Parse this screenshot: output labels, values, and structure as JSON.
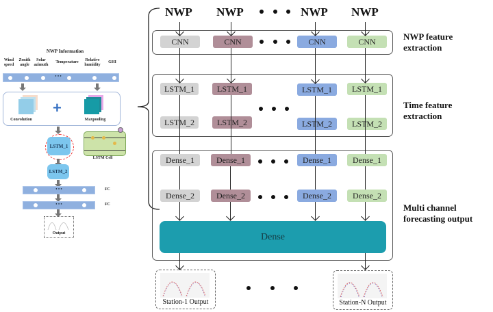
{
  "left_panel": {
    "nwp_title": "NWP Information",
    "inputs": [
      "Wind speed",
      "Zenith angle",
      "Solar azimuth",
      "Temperature",
      "Relative humidity",
      "GHI"
    ],
    "ellipsis": "• • •",
    "convolution_label": "Convolution",
    "maxpooling_label": "Maxpooling",
    "plus": "+",
    "lstm1_label": "LSTM_1",
    "lstm2_label": "LSTM_2",
    "lstm_cell_label": "LSTM Cell",
    "fc_labels": [
      "FC",
      "FC"
    ],
    "output_label": "Output"
  },
  "channels": [
    {
      "input": "NWP",
      "cnn": "CNN",
      "lstm1": "LSTM_1",
      "lstm2": "LSTM_2",
      "dense1": "Dense_1",
      "dense2": "Dense_2",
      "color": "#d3d3d3"
    },
    {
      "input": "NWP",
      "cnn": "CNN",
      "lstm1": "LSTM_1",
      "lstm2": "LSTM_2",
      "dense1": "Dense_1",
      "dense2": "Dense_2",
      "color": "#b08e98"
    },
    {
      "input": "NWP",
      "cnn": "CNN",
      "lstm1": "LSTM_1",
      "lstm2": "LSTM_2",
      "dense1": "Dense_1",
      "dense2": "Dense_2",
      "color": "#8aaae0"
    },
    {
      "input": "NWP",
      "cnn": "CNN",
      "lstm1": "LSTM_1",
      "lstm2": "LSTM_2",
      "dense1": "Dense_1",
      "dense2": "Dense_2",
      "color": "#c4e0b4"
    }
  ],
  "dense_label": "Dense",
  "dense_color": "#1c9dae",
  "stage_labels": {
    "nwp_feature": [
      "NWP feature",
      "extraction"
    ],
    "time_feature": [
      "Time feature",
      "extraction"
    ],
    "multi_channel": [
      "Multi channel",
      "forecasting output"
    ]
  },
  "outputs": [
    "Station-1 Output",
    "Station-N Output"
  ]
}
